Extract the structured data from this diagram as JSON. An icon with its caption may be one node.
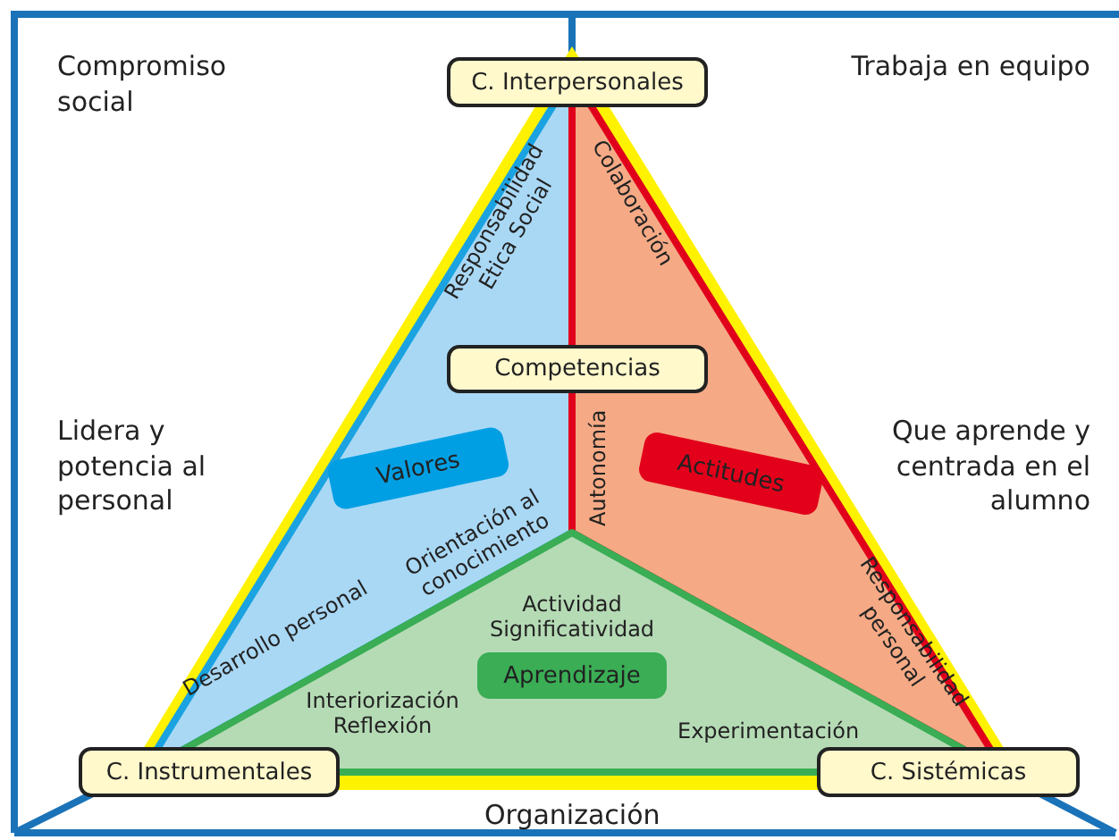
{
  "diagram": {
    "nodes": [
      {
        "text": [
          "C. Interpersonales"
        ]
      },
      {
        "text": [
          "Competencias"
        ]
      },
      {
        "text": [
          "Valores"
        ]
      },
      {
        "text": [
          "Actitudes"
        ]
      },
      {
        "text": [
          "Aprendizaje"
        ]
      },
      {
        "text": [
          "C. Instrumentales"
        ]
      },
      {
        "text": [
          "C. Sistémicas"
        ]
      }
    ],
    "labels": [
      "Compromiso social",
      "Trabaja en equipo",
      "Responsabilidad Etica Social",
      "Colaboración",
      "Lidera y potencia al personal",
      "Autonomía",
      "Que aprende y centrada en el alumno",
      "Orientación al conocimiento",
      "Actividad Significatividad",
      "Desarrollo personal",
      "Responsabilidad personal",
      "Interiorización Reflexión",
      "Experimentación",
      "Organización"
    ]
  }
}
